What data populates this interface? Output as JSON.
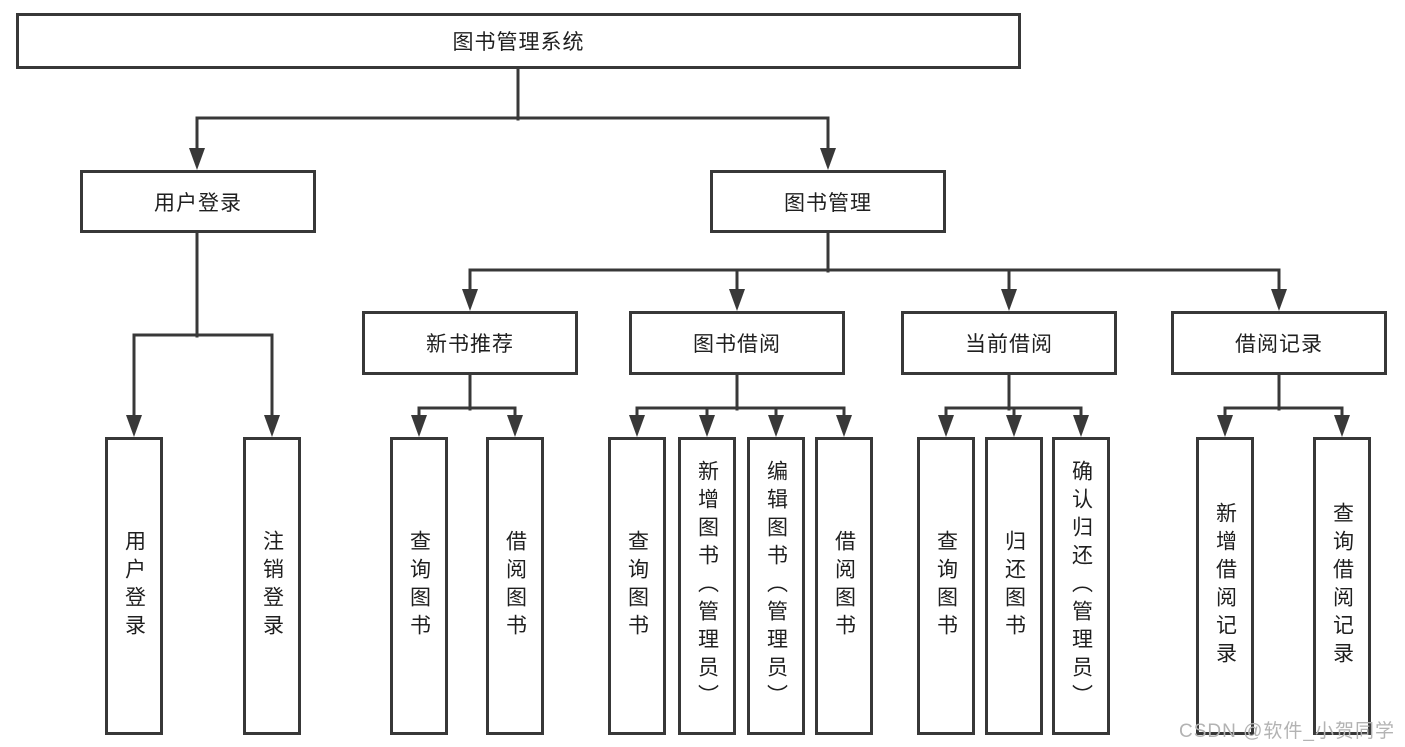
{
  "nodes": {
    "root": "图书管理系统",
    "user_login": "用户登录",
    "book_mgmt": "图书管理",
    "new_book_rec": "新书推荐",
    "book_borrow": "图书借阅",
    "current_borrow": "当前借阅",
    "borrow_record": "借阅记录",
    "leaf_user_login": "用户登录",
    "leaf_logout": "注销登录",
    "leaf_rec_query_book": "查询图书",
    "leaf_rec_borrow_book": "借阅图书",
    "leaf_bb_query_book": "查询图书",
    "leaf_bb_add_book_admin": "新增图书（管理员）",
    "leaf_bb_edit_book_admin": "编辑图书（管理员）",
    "leaf_bb_borrow_book": "借阅图书",
    "leaf_cb_query_book": "查询图书",
    "leaf_cb_return_book": "归还图书",
    "leaf_cb_confirm_return_admin": "确认归还（管理员）",
    "leaf_br_add_record": "新增借阅记录",
    "leaf_br_query_record": "查询借阅记录"
  },
  "watermark": "CSDN @软件_小贺同学",
  "colors": {
    "line": "#383838",
    "text": "#1f1f1f",
    "watermark": "#b3b3b3",
    "background": "#ffffff"
  }
}
